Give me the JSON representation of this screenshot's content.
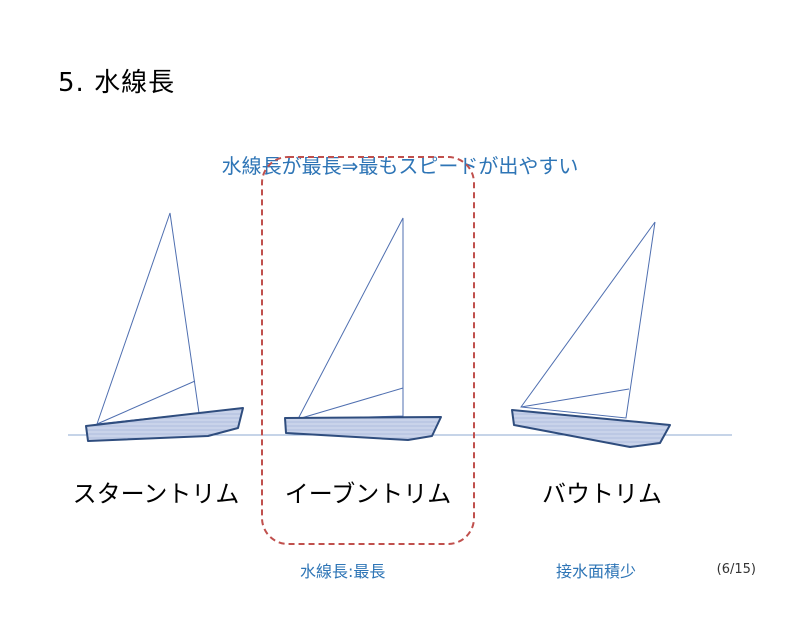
{
  "slide": {
    "title": "5. 水線長",
    "headline": "水線長が最長⇒最もスピードが出やすい",
    "page_number": "(6/15)"
  },
  "boats": [
    {
      "label": "スターントリム"
    },
    {
      "label": "イーブントリム"
    },
    {
      "label": "バウトリム"
    }
  ],
  "notes": {
    "even": "水線長:最長",
    "bow": "接水面積少"
  },
  "colors": {
    "accent_text": "#2e75b6",
    "highlight_border": "#c0504d",
    "hull_fill": "#c9d3ea",
    "hull_stroke": "#2f4d7e",
    "sail_stroke": "#4f6fb0",
    "waterline": "#8eaad0"
  }
}
